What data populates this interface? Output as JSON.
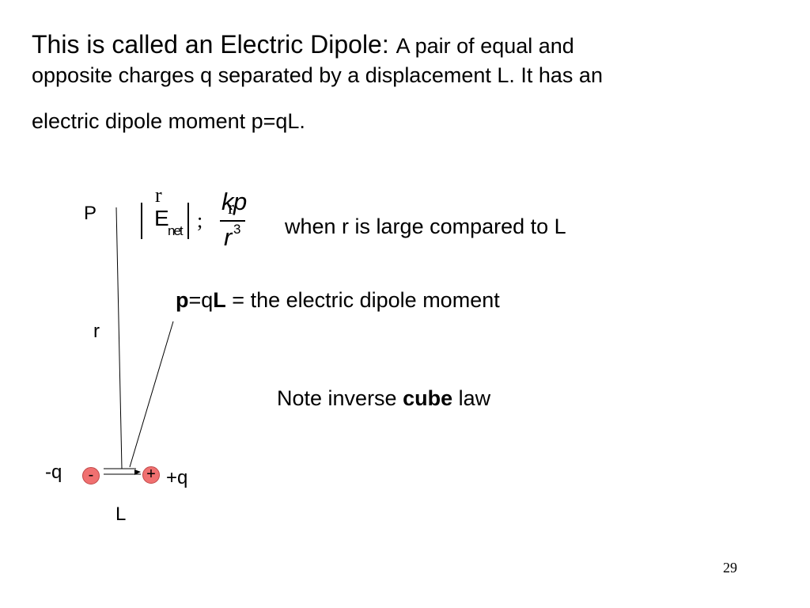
{
  "slide": {
    "title_main": "This is called an Electric Dipole:",
    "title_rest": "A pair of equal and",
    "line2": "opposite charges q separated by a displacement L. It has an",
    "line3": "electric dipole moment p=qL.",
    "page_number": "29"
  },
  "diagram": {
    "point_label": "P",
    "distance_label": "r",
    "neg_label": "-q",
    "pos_label": "+q",
    "neg_sign": "-",
    "pos_sign": "+",
    "separation_label": "L"
  },
  "formula": {
    "vec_mark": "r",
    "E": "E",
    "sub": "net",
    "approx": ";",
    "num_k": "k",
    "num_p": "p",
    "num_mark": "r",
    "den_r": "r",
    "den_exp": "3"
  },
  "notes": {
    "condition": "when r is large compared to L",
    "moment_p": "p",
    "moment_eq": "=q",
    "moment_L": "L",
    "moment_rest": " = the electric dipole moment",
    "inverse_a": "Note inverse ",
    "inverse_b": "cube",
    "inverse_c": " law"
  }
}
